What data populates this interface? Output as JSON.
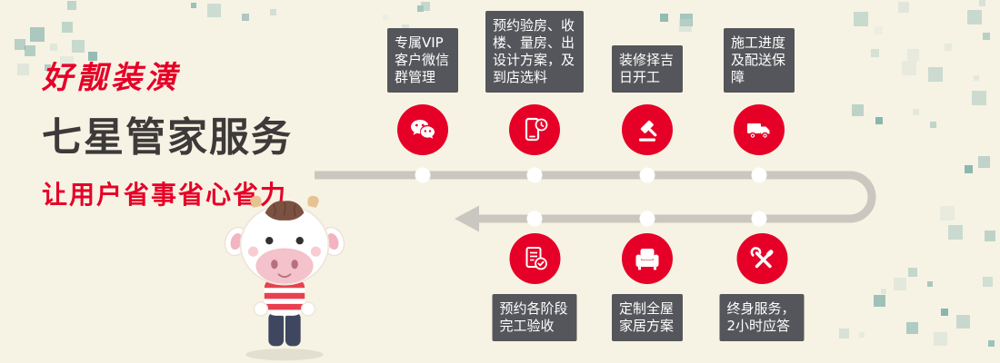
{
  "brand": {
    "tagline": "好靓装潢",
    "title": "七星管家服务",
    "subtitle": "让用户省事省心省力"
  },
  "colors": {
    "accent_red": "#e60027",
    "title_dark": "#3d3a39",
    "label_bg": "#55565b",
    "line_gray": "#c9c7c0",
    "background": "#f6f3e4"
  },
  "mascot": "cow-mascot",
  "steps_top": [
    {
      "icon": "wechat-icon",
      "label": "专属VIP客户微信群管理"
    },
    {
      "icon": "smartphone-clock-icon",
      "label": "预约验房、收楼、量房、出设计方案，及到店选料"
    },
    {
      "icon": "gavel-icon",
      "label": "装修择吉日开工"
    },
    {
      "icon": "delivery-truck-icon",
      "label": "施工进度及配送保障"
    }
  ],
  "steps_bottom": [
    {
      "icon": "checklist-icon",
      "label": "预约各阶段完工验收"
    },
    {
      "icon": "sofa-icon",
      "label": "定制全屋家居方案"
    },
    {
      "icon": "tools-icon",
      "label": "终身服务，2小时应答"
    }
  ]
}
